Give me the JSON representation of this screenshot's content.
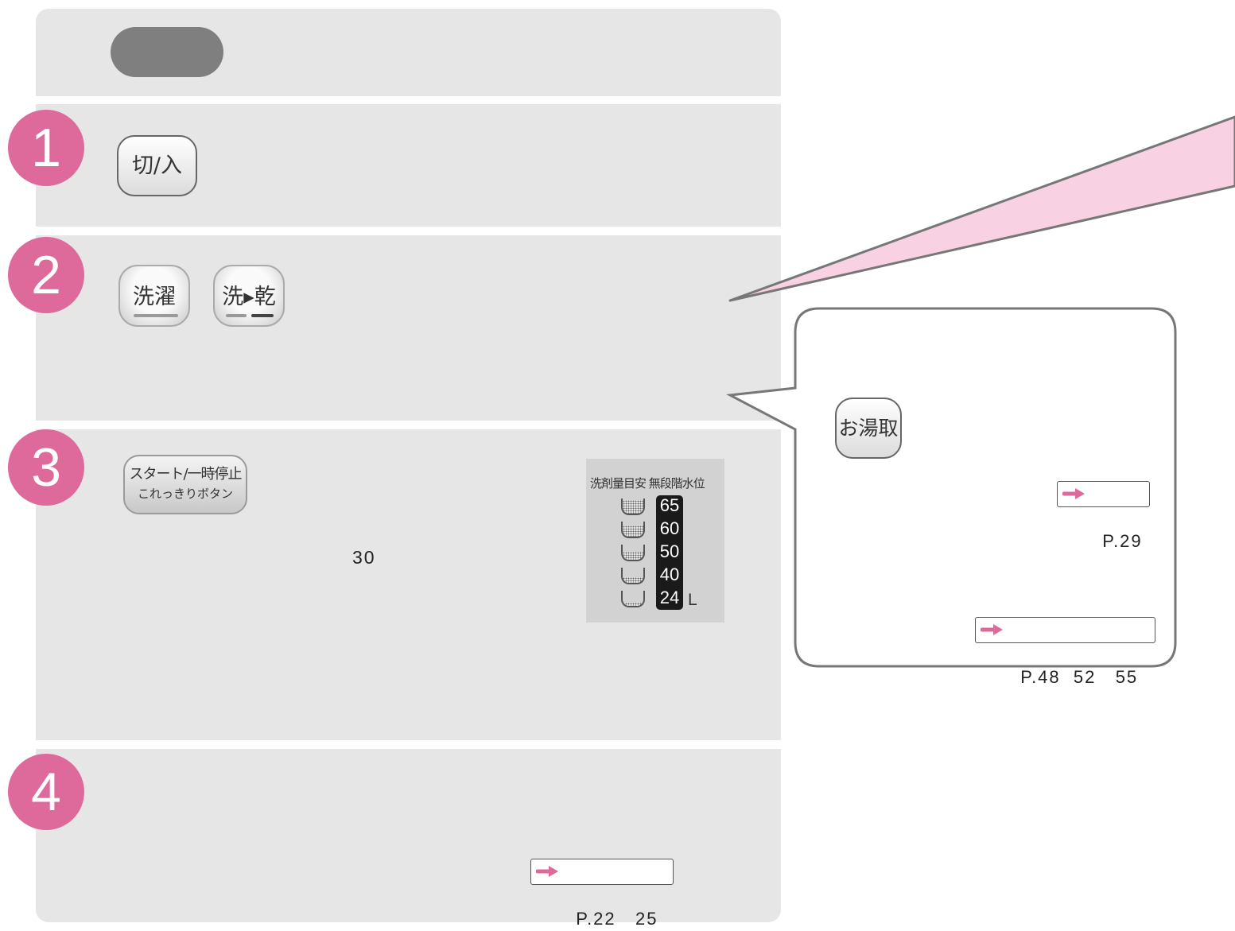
{
  "steps": [
    {
      "number": "1"
    },
    {
      "number": "2"
    },
    {
      "number": "3"
    },
    {
      "number": "4"
    }
  ],
  "buttons": {
    "power": "切/入",
    "wash": "洗濯",
    "wash_dry": "洗▸乾",
    "start_line1": "スタート/一時停止",
    "start_line2": "これっきりボタン",
    "onsen": "お湯取"
  },
  "step3": {
    "time_value": "30"
  },
  "gauge": {
    "label_detergent": "洗剤量目安",
    "label_water_level": "無段階水位",
    "levels": [
      "65",
      "60",
      "50",
      "40",
      "24"
    ],
    "unit": "L",
    "cup_fills": [
      0.9,
      0.72,
      0.55,
      0.38,
      0.2
    ]
  },
  "refs": {
    "p22_25": "P.22   25",
    "p29": "P.29",
    "p48_52_55": "P.48  52   55"
  },
  "colors": {
    "accent_pink": "#de6a9b",
    "panel_gray": "#e6e6e6",
    "heading_gray": "#7f7f7f"
  }
}
